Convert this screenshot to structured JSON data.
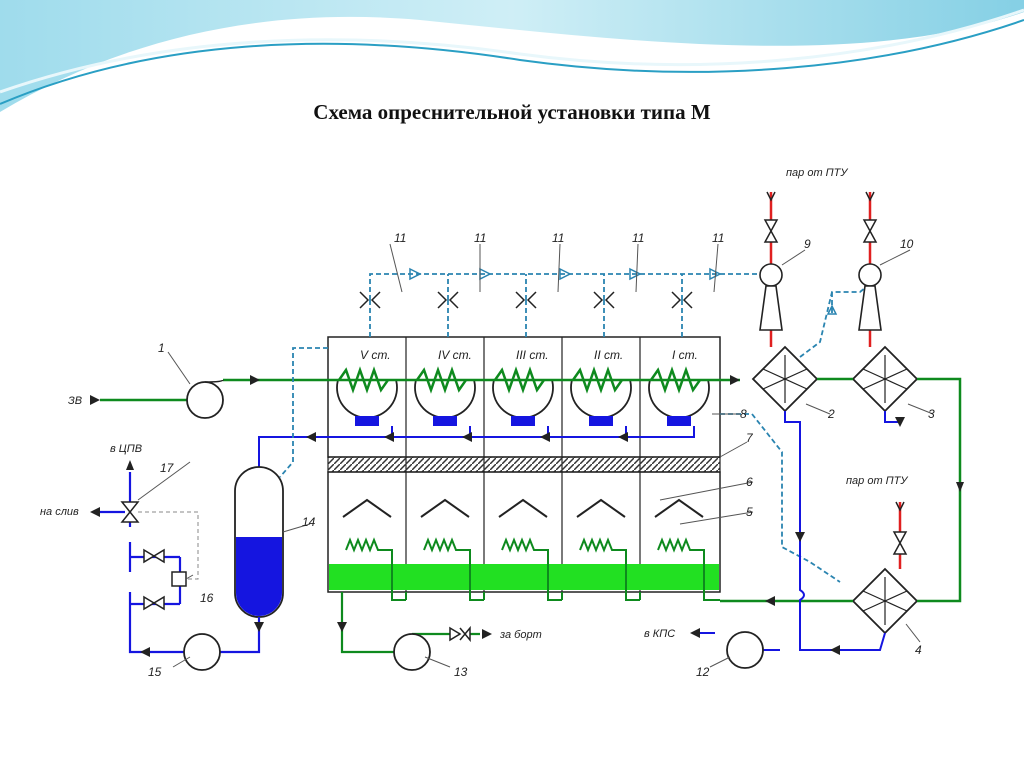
{
  "slide": {
    "title": "Схема опреснительной установки типа М",
    "colors": {
      "steam": "#e02020",
      "distillate": "#1515e0",
      "seawater": "#0e8a1e",
      "vapor": "#2a84b0",
      "brine": "#1ee11e",
      "outline": "#222222"
    }
  },
  "diagram": {
    "stages": [
      "V ст.",
      "IV ст.",
      "III ст.",
      "II ст.",
      "I ст."
    ],
    "labels": {
      "zv": "ЗВ",
      "v_cpv": "в ЦПВ",
      "na_sliv": "на слив",
      "za_bort": "за борт",
      "v_kps": "в КПС",
      "par_ptu_top": "пар от ПТУ",
      "par_ptu_right": "пар от ПТУ"
    },
    "numbers": {
      "n1": "1",
      "n2": "2",
      "n3": "3",
      "n4": "4",
      "n5": "5",
      "n6": "6",
      "n7": "7",
      "n8": "8",
      "n9": "9",
      "n10": "10",
      "n11": "11",
      "n12": "12",
      "n13": "13",
      "n14": "14",
      "n15": "15",
      "n16": "16",
      "n17": "17"
    }
  }
}
